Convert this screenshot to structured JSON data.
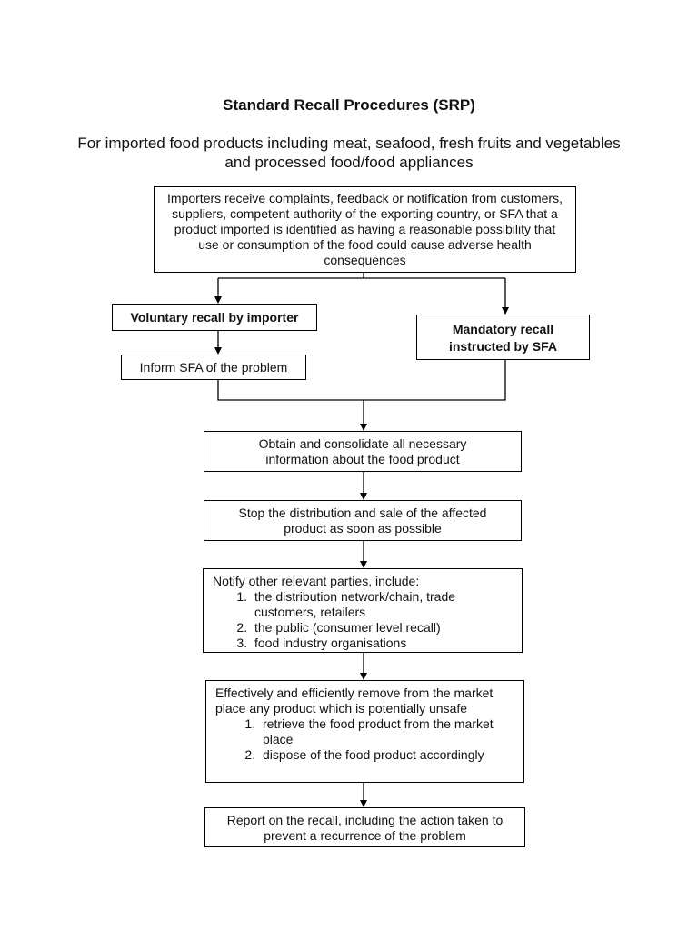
{
  "title": "Standard Recall Procedures (SRP)",
  "subtitle": "For imported food products including meat, seafood, fresh fruits and vegetables and processed food/food appliances",
  "boxes": {
    "start": "Importers receive complaints, feedback or notification from customers, suppliers, competent authority of the exporting country, or SFA that a product imported is identified as having a reasonable possibility that use or consumption of the food could cause adverse health consequences",
    "voluntary": "Voluntary recall by importer",
    "mandatory": "Mandatory recall instructed by SFA",
    "inform": "Inform SFA of the problem",
    "obtain": "Obtain and consolidate all necessary information about the food product",
    "stop": "Stop the distribution and sale of the affected product as soon as possible",
    "notify": {
      "intro": "Notify other relevant parties, include:",
      "items": [
        "the distribution network/chain, trade customers, retailers",
        "the public (consumer level recall)",
        "food industry organisations"
      ]
    },
    "remove": {
      "intro": "Effectively and efficiently remove from the market place any product which is potentially unsafe",
      "items": [
        "retrieve the food product from the market place",
        "dispose of the food product accordingly"
      ]
    },
    "report": "Report on the recall, including the action taken to prevent a recurrence of the problem"
  }
}
